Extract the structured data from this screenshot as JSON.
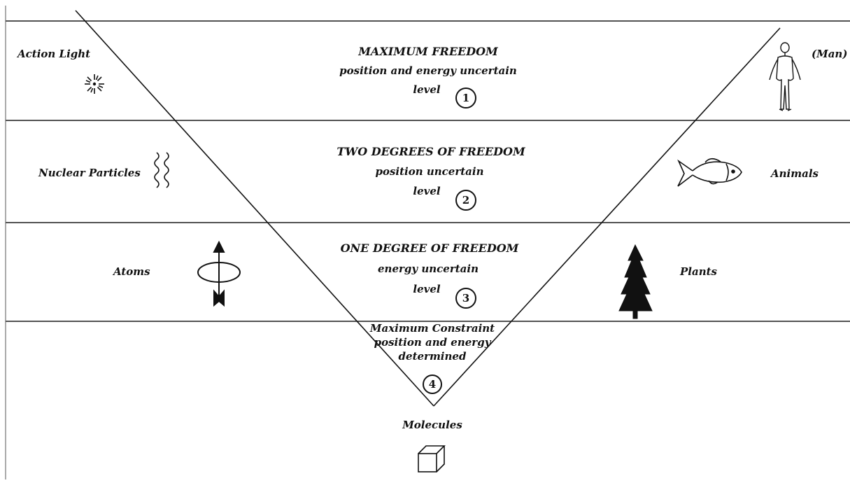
{
  "levels": [
    {
      "title": "MAXIMUM FREEDOM",
      "subtitle": "position and energy uncertain",
      "level_word": "level",
      "number": "1"
    },
    {
      "title": "TWO DEGREES OF FREEDOM",
      "subtitle": "position uncertain",
      "level_word": "level",
      "number": "2"
    },
    {
      "title": "ONE DEGREE OF FREEDOM",
      "subtitle": "energy uncertain",
      "level_word": "level",
      "number": "3"
    }
  ],
  "constraint": {
    "line1": "Maximum Constraint",
    "line2": "position and energy",
    "line3": "determined",
    "number": "4"
  },
  "left_labels": [
    "Action Light",
    "Nuclear Particles",
    "Atoms"
  ],
  "right_labels": [
    "(Man)",
    "Animals",
    "Plants"
  ],
  "bottom_label": "Molecules",
  "icons": {
    "light": "light-burst-icon",
    "nuclear": "wavy-lines-icon",
    "atom": "spinning-arrow-icon",
    "man": "human-figure-icon",
    "animal": "fish-icon",
    "plant": "tree-icon",
    "molecule": "cube-icon"
  },
  "colors": {
    "ink": "#111111",
    "background": "#ffffff"
  }
}
